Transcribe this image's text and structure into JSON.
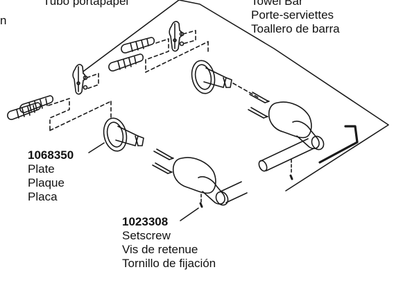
{
  "labels": {
    "top_center": "Tubo portapapel",
    "top_right": [
      "Towel Bar",
      "Porte-serviettes",
      "Toallero de barra"
    ],
    "left_edge_char": "n",
    "plate": {
      "number": "1068350",
      "lines": [
        "Plate",
        "Plaque",
        "Placa"
      ]
    },
    "setscrew": {
      "number": "1023308",
      "lines": [
        "Setscrew",
        "Vis de retenue",
        "Tornillo de fijación"
      ]
    }
  },
  "colors": {
    "stroke": "#1a1a1a",
    "background": "#ffffff",
    "text": "#111111"
  }
}
